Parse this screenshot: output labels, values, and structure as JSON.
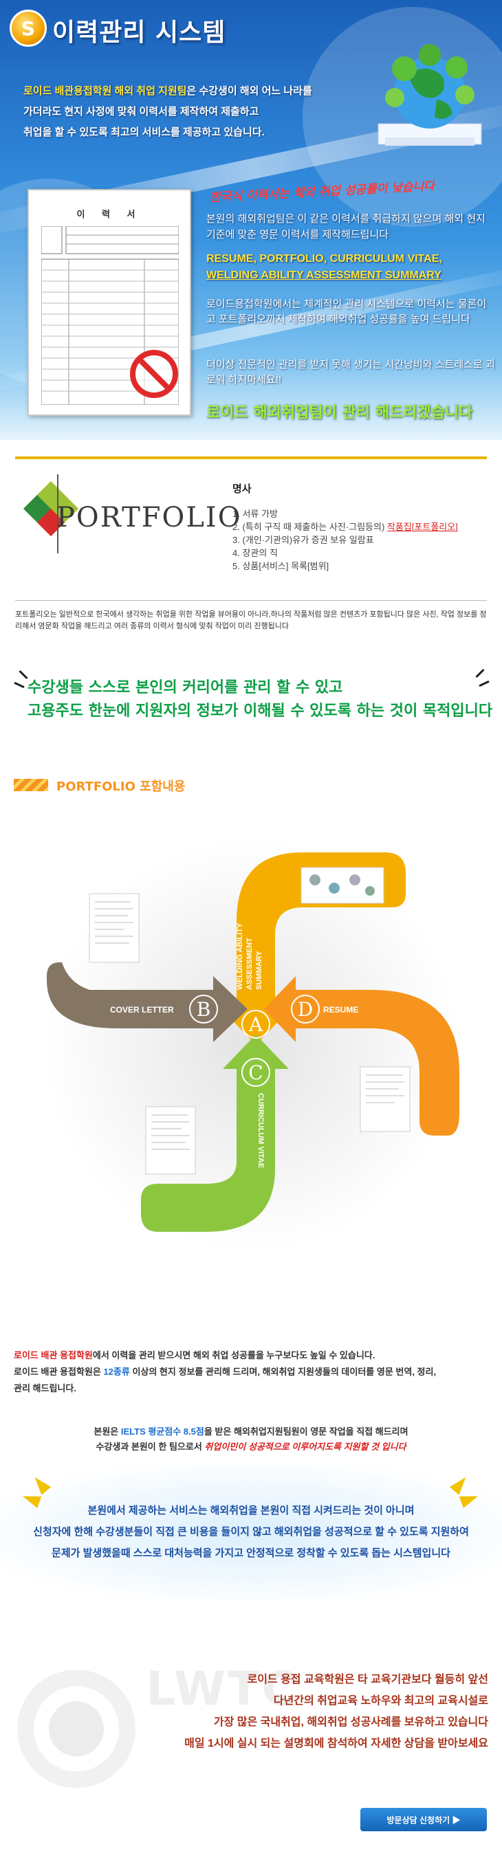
{
  "hero": {
    "icon_glyph": "S",
    "title": "이력관리 시스템",
    "intro_line1_em": "로이드 배관용접학원 해외 취업 지원팀",
    "intro_line1_rest": "은 수강생이 해외 어느 나라를",
    "intro_line2": "가더라도 현지 사정에 맞춰 이력서를 제작하여 제출하고",
    "intro_line3": "취업을 할 수 있도록 최고의 서비스를 제공하고 있습니다.",
    "handwriting": "한국식 이력서는 해외 취업 성공률이 낮습니다",
    "paragraph1": "본원의 해외취업팀은 이 같은 이력서를 취급하지 않으며 해외 현지 기준에 맞춘 영문 이력서를 제작해드립니다",
    "keywords1": "RESUME, PORTFOLIO, CURRICULUM VITAE,",
    "keywords2": "WELDING ABILITY ASSESSMENT SUMMARY",
    "paragraph2": "로이드용접학원에서는 체계적인 관리 시스템으로 이력서는 물론이고 포트폴리오까지 제작하여 해외취업 성공률을 높여 드립니다",
    "paragraph3": "더이상 전문적인 관리를 받지 못해 생기는 시간낭비와 스트레스로 괴로워 하지마세요!!",
    "slogan": "로이드 해외취업팀이 관리 해드리겠습니다",
    "certificate_title": "이 력 서"
  },
  "portfolio_intro": {
    "logo_word": "PORTFOLIO",
    "definition_heading": "명사",
    "definition_items": [
      "1. 서류 가방",
      "2. (특히 구직 때 제출하는 사진·그림등의)",
      "3. (개인·기관의)유가 증권 보유 일람표",
      "4. 장관의 직",
      "5. 상품[서비스] 목록[범위]"
    ],
    "definition_highlight": "작품집[포트폴리오]",
    "description": "포트폴리오는 일반적으로 한국에서 생각하는 취업을 위한 작업을 뷰어용이 아니라,하나의 작품처럼 많은 컨텐츠가 포함됩니다 많은 사진, 작업 정보를 정리해서 영문화 작업을 해드리고 여러 종류의 이력서 형식에 맞춰 작업이 미리 진행됩니다",
    "goal_line1": "수강생들 스스로 본인의 커리어를 관리 할 수 있고",
    "goal_line2": "고용주도 한눈에 지원자의 정보가 이해될 수 있도록 하는 것이 목적입니다"
  },
  "includes": {
    "title": "PORTFOLIO 포함내용",
    "items": [
      {
        "letter": "A",
        "label_line1": "WELDING ABILITY",
        "label_line2": "ASSESSMENT",
        "label_line3": "SUMMARY",
        "color": "#f5ae00"
      },
      {
        "letter": "B",
        "label": "COVER LETTER",
        "color": "#857664"
      },
      {
        "letter": "C",
        "label": "CURRICULUM VITAE",
        "color": "#8cc63f"
      },
      {
        "letter": "D",
        "label": "RESUME",
        "color": "#f7941d"
      }
    ]
  },
  "info": {
    "line1_red": "로이드 배관 용접학원",
    "line1_rest": "에서 이력을 관리 받으시면 해외 취업 성공률을 누구보다도 높일 수 있습니다.",
    "line2_a": "로이드 배관 용접학원은 ",
    "line2_blue": "12종류",
    "line2_b": " 이상의 현지 정보를 관리해 드리며, 해외취업 지원생들의 데이터를 영문 번역, 정리,",
    "line3": "관리 해드립니다.",
    "ielts_a": "본원은 ",
    "ielts_blue": "IELTS 평균점수 8.5점",
    "ielts_b": "을 받은 해외취업지원팀원이 영문 작업을 직접 해드리며",
    "ielts_c": "수강생과 본원이 한 팀으로서 ",
    "ielts_red": "취업이민이 성공적으로 이루어지도록 지원할 것 입니다"
  },
  "service": {
    "line1": "본원에서 제공하는 서비스는 해외취업을 본원이 직접 시켜드리는 것이 아니며",
    "line2": "신청자에 한해 수강생분들이 직접 큰 비용을 들이지 않고 해외취업을 성공적으로 할 수 있도록 지원하여",
    "line3": "문제가 발생했을때 스스로 대처능력을 가지고 안정적으로 정착할 수 있도록 돕는 시스템입니다"
  },
  "bottom": {
    "watermark": "LWTC",
    "line1": "로이드 용접 교육학원은 타 교육기관보다 월등히 앞선",
    "line2": "다년간의 취업교육 노하우와 최고의 교육시설로",
    "line3": "가장 많은 국내취업, 해외취업 성공사례를 보유하고 있습니다",
    "line4": "매일 1시에 실시 되는 설명회에 참석하여 자세한 상담을 받아보세요",
    "button_label": "방문상담 신청하기 ▶"
  },
  "colors": {
    "accent_gold": "#e8b300",
    "title_orange": "#f7941d",
    "goal_green": "#0c9e45",
    "alert_red": "#d9201f",
    "service_blue": "#1b4fa3"
  }
}
